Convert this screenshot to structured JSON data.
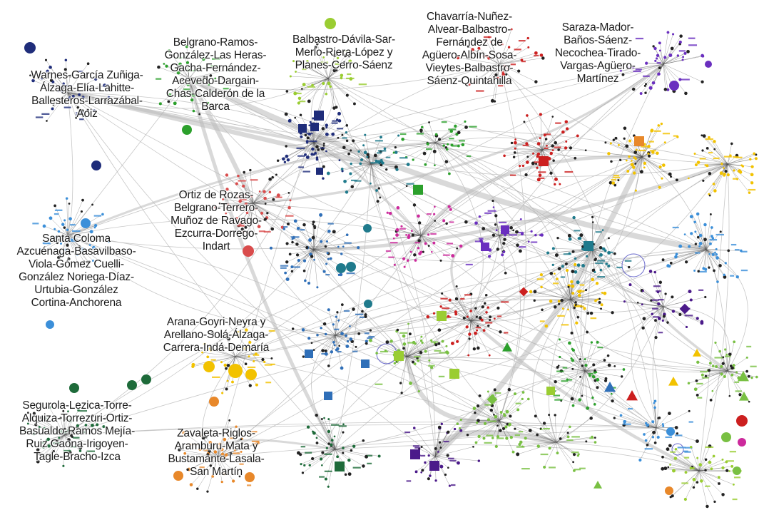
{
  "figure": {
    "clusters": [
      {
        "id": "warnes",
        "lines": [
          "Warnes-García Zuñiga-",
          "Álzaga-Elía-Lahitte-",
          "Ballesteros-Larrazábal-",
          "Aoiz"
        ],
        "color": "#1f2d7a"
      },
      {
        "id": "belgrano",
        "lines": [
          "Belgrano-Ramos-",
          "González-Las Heras-",
          "Gacha-Fernández-",
          "Acevedo-Dargain-",
          "Chas-Calderón de la",
          "Barca"
        ],
        "color": "#2ca02c"
      },
      {
        "id": "balbastro",
        "lines": [
          "Balbastro-Dávila-Sar-",
          "Merlo-Riera-López y",
          "Planes-Cerro-Sáenz"
        ],
        "color": "#9acd32"
      },
      {
        "id": "chavarria",
        "lines": [
          "Chavarría-Nuñez-",
          "Alvear-Balbastro-",
          "Fernández de",
          "Agüero-Albín-Sosa-",
          "Vieytes-Balbastro-",
          "Sáenz-Quintanilla"
        ],
        "color": "#cc1f1f"
      },
      {
        "id": "saraza",
        "lines": [
          "Saraza-Mador-",
          "Baños-Sáenz-",
          "Necochea-Tirado-",
          "Vargas-Agüero-",
          "Martínez"
        ],
        "color": "#6a2fbf"
      },
      {
        "id": "ortiz",
        "lines": [
          "Ortiz de Rozas-",
          "Belgrano-Terrero-",
          "Muñoz de Ravago-",
          "Ezcurra-Dorrego-",
          "Indart"
        ],
        "color": "#d94c4c"
      },
      {
        "id": "santa-coloma",
        "lines": [
          "Santa Coloma",
          "Azcuénaga-Basavilbaso-",
          "Viola-Gómez Cuelli-",
          "González Noriega-Díaz-",
          "Urtubia-González",
          "Cortina-Anchorena"
        ],
        "color": "#3b8fd9"
      },
      {
        "id": "arana",
        "lines": [
          "Arana-Goyri-Neyra y",
          "Arellano-Solá-Álzaga-",
          "Carrera-Indá-Demaría"
        ],
        "color": "#f2c200"
      },
      {
        "id": "segurola",
        "lines": [
          "Segurola-Lezica-Torre-",
          "Alquiza-Torrezuri-Ortiz-",
          "Basualdo-Ramos Mejía-",
          "Ruiz Gaona-Irigoyen-",
          "Tagle-Bracho-Izca"
        ],
        "color": "#1e6b3a"
      },
      {
        "id": "zavaleta",
        "lines": [
          "Zavaleta-Riglos-",
          "Aramburu-Mata y",
          "Bustamante-Lasala-",
          "San Martín"
        ],
        "color": "#e8882a"
      }
    ],
    "legend_palette": [
      "#1f2d7a",
      "#2ca02c",
      "#9acd32",
      "#cc1f1f",
      "#6a2fbf",
      "#d94c4c",
      "#3b8fd9",
      "#f2c200",
      "#1e6b3a",
      "#e8882a",
      "#cc2a9c",
      "#1f7a8c",
      "#2f6fb8",
      "#4b1a8a",
      "#79c043"
    ]
  }
}
